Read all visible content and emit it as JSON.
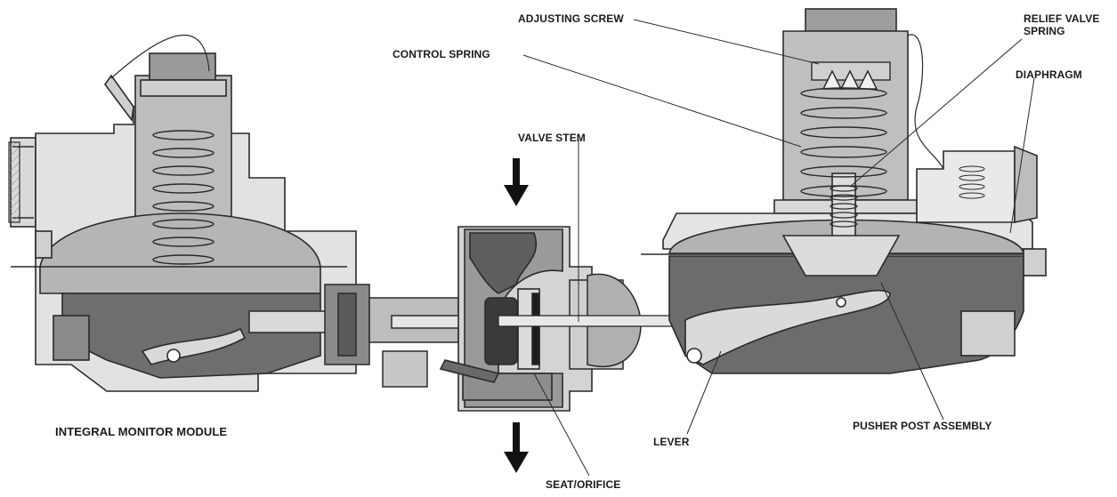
{
  "labels": {
    "adjusting_screw": "ADJUSTING SCREW",
    "control_spring": "CONTROL SPRING",
    "relief_valve_line1": "RELIEF VALVE",
    "relief_valve_line2": "SPRING",
    "diaphragm": "DIAPHRAGM",
    "valve_stem": "VALVE STEM",
    "integral_monitor_module": "INTEGRAL MONITOR MODULE",
    "lever": "LEVER",
    "pusher_post_assembly": "PUSHER POST ASSEMBLY",
    "seat_orifice": "SEAT/ORIFICE"
  },
  "colors": {
    "outline": "#2a2a2a",
    "light_body": "#d9d9d9",
    "mid_body": "#a8a8a8",
    "dark_body": "#6e6e6e",
    "label_text": "#1a1a1a"
  },
  "flow": {
    "inlet_arrow": "arrow-down-icon",
    "outlet_arrow": "arrow-down-icon"
  }
}
